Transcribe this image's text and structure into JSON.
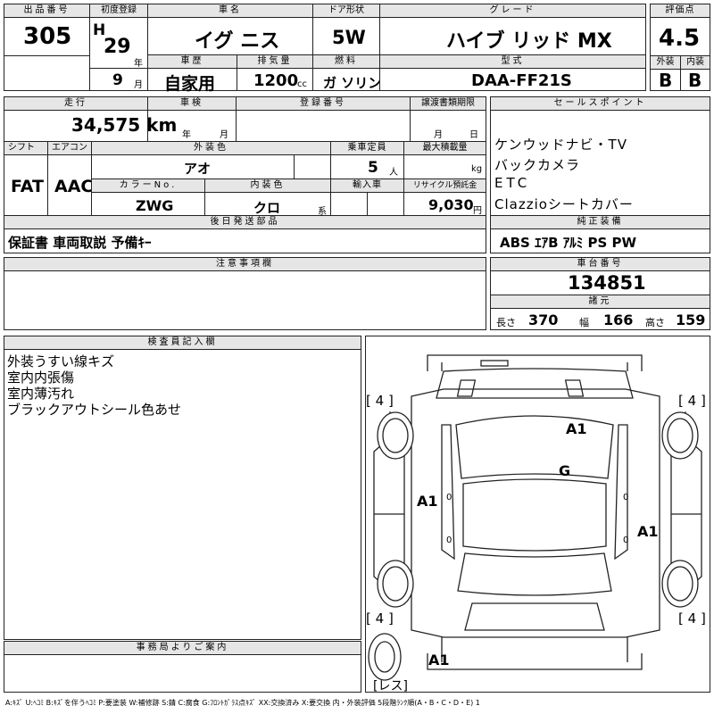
{
  "top": {
    "lot_label": "出品番号",
    "lot_number": "305",
    "first_reg_label": "初度登録",
    "era": "H",
    "reg_year": "29",
    "year_unit": "年",
    "reg_month": "9",
    "month_unit": "月",
    "car_name_label": "車名",
    "car_name": "イグ ニス",
    "door_label": "ドア形状",
    "door": "5W",
    "grade_label": "グレード",
    "grade": "ハイブ リッド MX",
    "score_label": "評価点",
    "score": "4.5",
    "history_label": "車歴",
    "history": "自家用",
    "displacement_label": "排気量",
    "displacement": "1200",
    "displacement_unit": "cc",
    "fuel_label": "燃料",
    "fuel": "ガ ソリン",
    "model_label": "型式",
    "model": "DAA-FF21S",
    "ext_label": "外装",
    "ext_grade": "B",
    "int_label": "内装",
    "int_grade": "B"
  },
  "mid": {
    "mileage_label": "走行",
    "mileage": "34,575 km",
    "inspection_label": "車検",
    "year_unit": "年",
    "month_unit": "月",
    "reg_no_label": "登録番号",
    "transfer_label": "譲渡書類期限",
    "shift_label": "シフト",
    "shift": "FAT",
    "ac_label": "エアコン",
    "ac": "AAC",
    "color_label": "外装色",
    "color": "アオ",
    "seats_label": "乗車定員",
    "seats": "5",
    "seats_unit": "人",
    "load_label": "最大積載量",
    "load_unit": "kg",
    "color_no_label": "カラーNo.",
    "color_no": "ZWG",
    "interior_color_label": "内装色",
    "interior_color": "クロ",
    "interior_unit": "系",
    "import_label": "輸入車",
    "recycle_label": "リサイクル預託金",
    "recycle": "9,030",
    "recycle_unit": "円",
    "later_label": "後日発送部品",
    "later_items": "保証書 車両取説 予備ｷｰ"
  },
  "sales": {
    "label": "セールスポイント",
    "lines": [
      "ケンウッドナビ・TV",
      "バックカメラ",
      "ETC",
      "Clazzioシートカバー"
    ]
  },
  "equip": {
    "label": "純正装備",
    "items": "ABS ｴｱB ｱﾙﾐ PS PW"
  },
  "notes": {
    "label": "注意事項欄"
  },
  "chassis": {
    "label": "車台番号",
    "number": "134851",
    "spec_label": "諸元",
    "length_label": "長さ",
    "length": "370",
    "width_label": "幅",
    "width": "166",
    "height_label": "高さ",
    "height": "159"
  },
  "inspector": {
    "label": "検査員記入欄",
    "lines": [
      "外装うすい線キズ",
      "室内内張傷",
      "室内薄汚れ",
      "ブラックアウトシール色あせ"
    ]
  },
  "office": {
    "label": "事務局よりご案内"
  },
  "diagram": {
    "tire_fl": "4",
    "tire_fr": "4",
    "tire_rl": "4",
    "tire_rr": "4",
    "mark_hood": "A1",
    "mark_windshield": "G",
    "mark_left": "A1",
    "mark_right": "A1",
    "mark_spare": "A1",
    "spare_label": "レス",
    "side_zero_l1": "0",
    "side_zero_l2": "0",
    "side_zero_r1": "0",
    "side_zero_r2": "0"
  },
  "legend": "A:ｷｽﾞ U:ﾍｺﾐ B:ｷｽﾞを伴うﾍｺﾐ P:要塗装 W:補修跡 S:錆 C:腐食 G:ﾌﾛﾝﾄｶﾞﾗｽ点ｷｽﾞ XX:交換済み X:要交換 内・外装評価 5段階ﾗﾝｸ順(A・B・C・D・E) 1"
}
